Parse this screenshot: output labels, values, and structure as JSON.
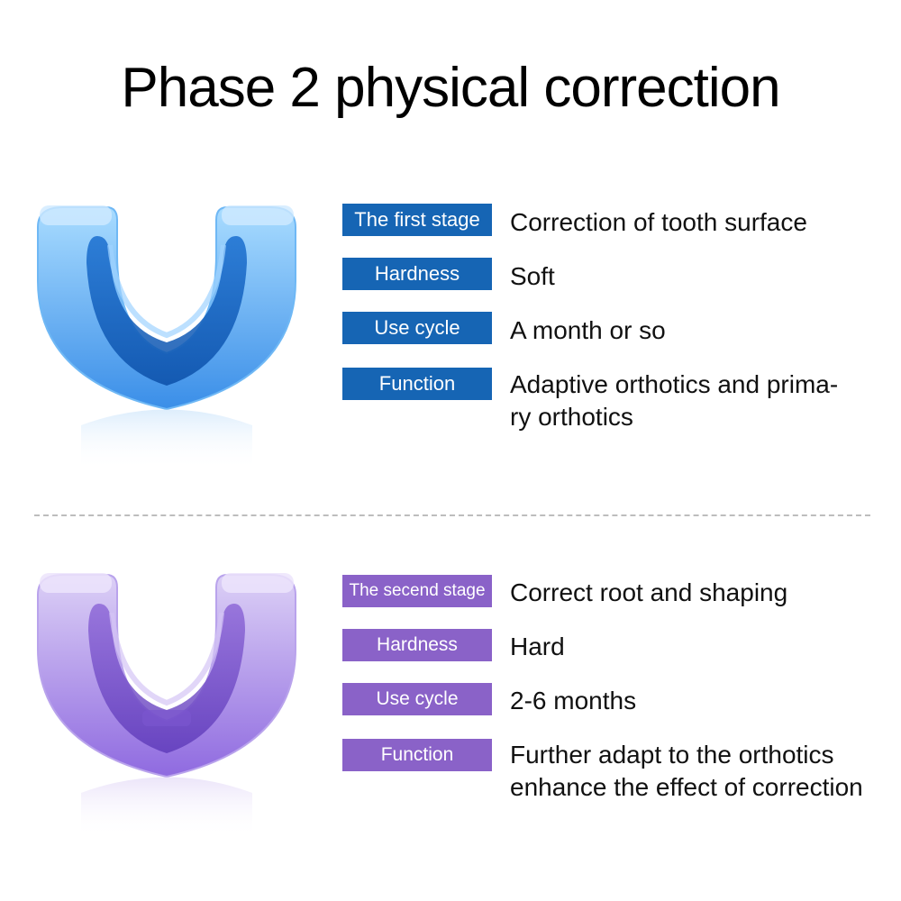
{
  "title": "Phase 2 physical correction",
  "stages": [
    {
      "color": "#1665b4",
      "rows": [
        {
          "label": "The first stage",
          "value": "Correction of tooth surface"
        },
        {
          "label": "Hardness",
          "value": "Soft"
        },
        {
          "label": "Use cycle",
          "value": "A month or so"
        },
        {
          "label": "Function",
          "value": "Adaptive orthotics and prima-\nry orthotics"
        }
      ]
    },
    {
      "color": "#8a62c8",
      "rows": [
        {
          "label": "The secend stage",
          "value": "Correct root and shaping"
        },
        {
          "label": "Hardness",
          "value": "Hard"
        },
        {
          "label": "Use cycle",
          "value": "2-6 months"
        },
        {
          "label": "Function",
          "value": "Further adapt to the orthotics\nenhance the effect of correction"
        }
      ]
    }
  ],
  "images": {
    "stage1_tray": "blue-mouthguard-icon",
    "stage2_tray": "purple-mouthguard-icon"
  }
}
